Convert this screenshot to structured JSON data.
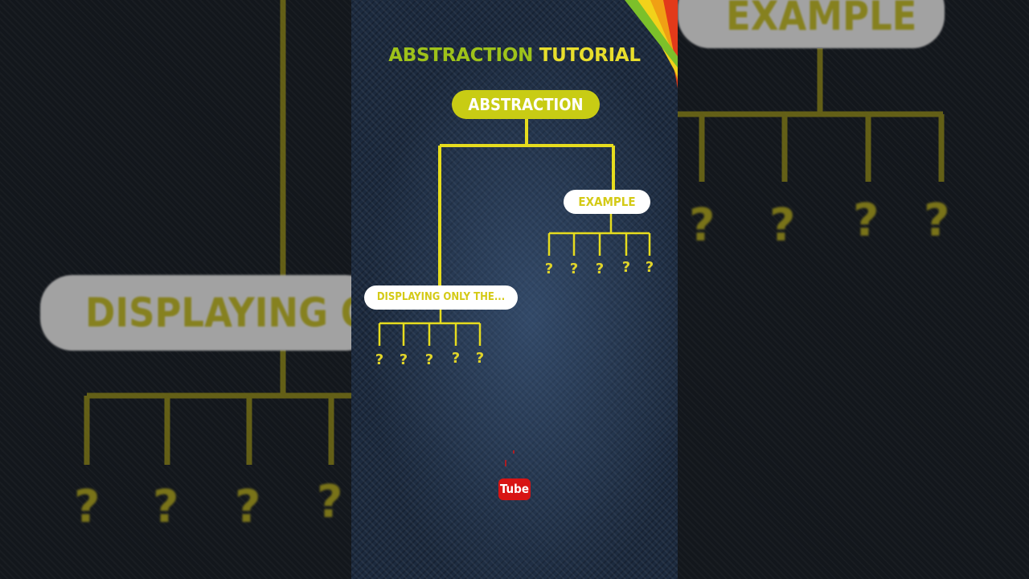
{
  "title": {
    "part1": "ABSTRACTION",
    "part2": "TUTORIAL"
  },
  "diagram": {
    "root": "ABSTRACTION",
    "branches": [
      {
        "label": "DISPLAYING ONLY THE...",
        "children": [
          "?",
          "?",
          "?",
          "?",
          "?"
        ]
      },
      {
        "label": "EXAMPLE",
        "children": [
          "?",
          "?",
          "?",
          "?",
          "?"
        ]
      }
    ]
  },
  "watermark": {
    "label": "Tube",
    "icon": "youtube-icon"
  },
  "background_blur": {
    "left_label": "DISPLAYING ONL",
    "right_label": "EXAMPLE"
  },
  "colors": {
    "title_green": "#9ec21a",
    "title_yellow": "#e8de2c",
    "line_yellow": "#e6dc1e",
    "root_pill": "#c8cc14",
    "youtube_red": "#d81414"
  }
}
